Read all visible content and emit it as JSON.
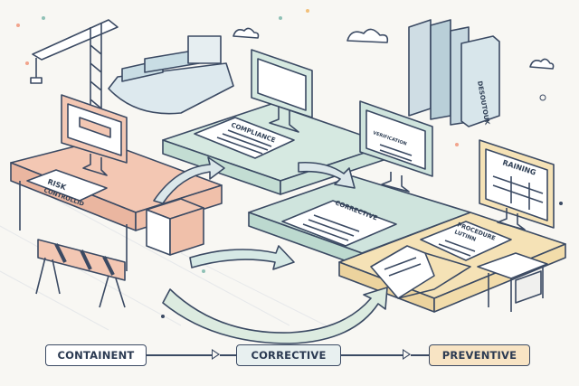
{
  "illustration": {
    "risk_card": [
      "RISK",
      "CONTROLLID"
    ],
    "compliance_doc": "COMPLIANCE",
    "verification_screen": "VERIFICATION",
    "corrective_doc": "CORRECTIVE",
    "procedure_doc": [
      "PROCEDURE",
      "LUTINN"
    ],
    "training_screen": "RAINING",
    "book_spine": "DESOUTOUK"
  },
  "flow": {
    "steps": [
      {
        "label": "CONTAINENT",
        "fill": "#ffffff"
      },
      {
        "label": "CORRECTIVE",
        "fill": "#e8f0f0"
      },
      {
        "label": "PREVENTIVE",
        "fill": "#f8e4c4"
      }
    ]
  },
  "colors": {
    "outline": "#3b4a63",
    "containment": "#f3c7b3",
    "corrective": "#cfe4dd",
    "preventive": "#f5e2b6"
  }
}
